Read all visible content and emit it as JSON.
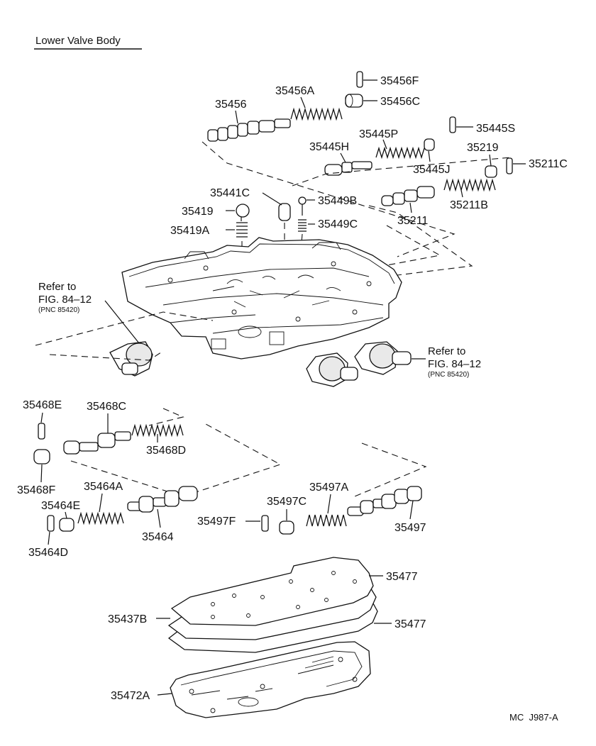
{
  "title": "Lower Valve Body",
  "footer_code": "MC  J987-A",
  "refer": {
    "left": {
      "line1": "Refer to",
      "line2": "FIG. 84–12",
      "line3": "(PNC 85420)"
    },
    "right": {
      "line1": "Refer to",
      "line2": "FIG. 84–12",
      "line3": "(PNC 85420)"
    }
  },
  "labels": {
    "p35456F": "35456F",
    "p35456A": "35456A",
    "p35456": "35456",
    "p35456C": "35456C",
    "p35445S": "35445S",
    "p35445P": "35445P",
    "p35445H": "35445H",
    "p35219": "35219",
    "p35211C": "35211C",
    "p35445J": "35445J",
    "p35441C": "35441C",
    "p35449B": "35449B",
    "p35419": "35419",
    "p35211B": "35211B",
    "p35419A": "35419A",
    "p35449C": "35449C",
    "p35211": "35211",
    "p35468E": "35468E",
    "p35468C": "35468C",
    "p35468D": "35468D",
    "p35468F": "35468F",
    "p35464A": "35464A",
    "p35464E": "35464E",
    "p35497A": "35497A",
    "p35497C": "35497C",
    "p35497F": "35497F",
    "p35464": "35464",
    "p35497": "35497",
    "p35464D": "35464D",
    "p35477a": "35477",
    "p35437B": "35437B",
    "p35477b": "35477",
    "p35472A": "35472A"
  }
}
